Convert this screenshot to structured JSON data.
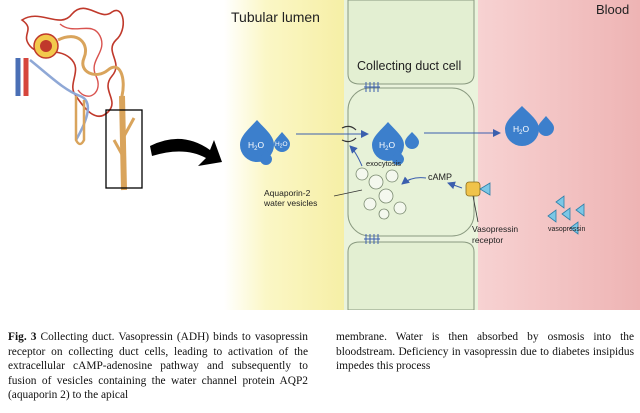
{
  "diagram": {
    "regions": {
      "lumen": "Tubular lumen",
      "cell": "Collecting duct cell",
      "blood": "Blood"
    },
    "labels": {
      "exocytosis": "exocytosis",
      "camp": "cAMP",
      "aquaporin_vesicles_line1": "Aquaporin-2",
      "aquaporin_vesicles_line2": "water vesicles",
      "receptor_line1": "Vasopressin",
      "receptor_line2": "receptor",
      "vasopressin": "vasopressin"
    },
    "water_label": "H",
    "water_sub": "2",
    "water_end": "O",
    "colors": {
      "lumen": "#fbf6bc",
      "cell": "#e6f0d6",
      "blood": "#f2c3c3",
      "drop": "#3c7fcc",
      "tubule": "#d9a45c",
      "receptor": "#f0c34a",
      "vasopressin": "#7cc7e6"
    }
  },
  "caption": {
    "fig_label": "Fig. 3",
    "left_text": "Collecting duct. Vasopressin (ADH) binds to vasopressin receptor on collecting duct cells, leading to activation of the extracellular cAMP-adenosine pathway and subsequently to fusion of vesicles containing the water channel protein AQP2 (aquaporin 2) to the apical",
    "right_text": "membrane. Water is then absorbed by osmosis into the bloodstream. Deficiency in vasopressin due to diabetes insipidus impedes this process"
  }
}
